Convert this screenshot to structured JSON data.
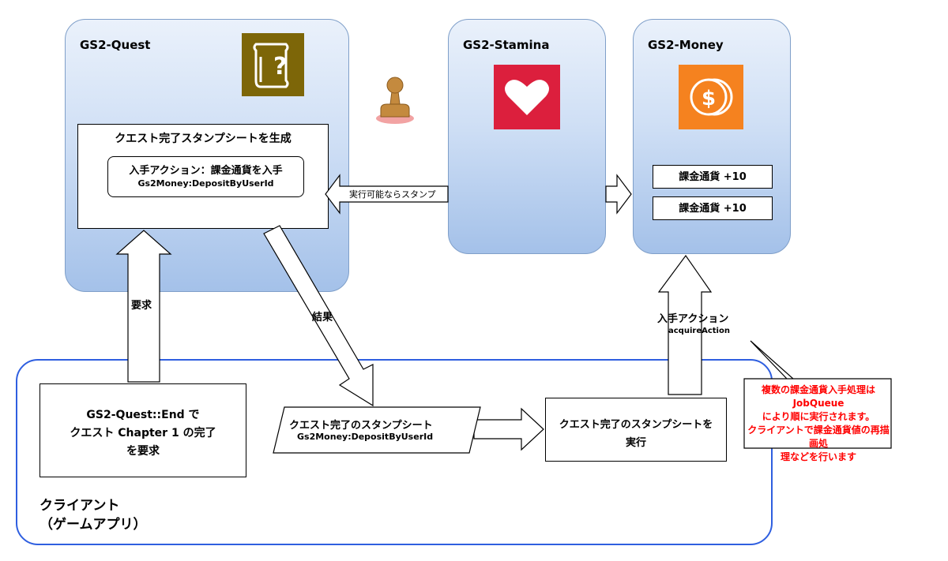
{
  "services": {
    "quest": {
      "title": "GS2-Quest",
      "icon": "quest-map-icon",
      "color": "#7d6608"
    },
    "stamina": {
      "title": "GS2-Stamina",
      "icon": "heart-icon",
      "color": "#dc1f3d"
    },
    "money": {
      "title": "GS2-Money",
      "icon": "coin-icon",
      "color": "#f5821f"
    }
  },
  "quest_box": {
    "title": "クエスト完了スタンプシートを生成",
    "inner_title": "入手アクション：課金通貨を入手",
    "inner_sub": "Gs2Money:DepositByUserId"
  },
  "stamp_arrow_label": "実行可能ならスタンプ",
  "money_items": [
    "課金通貨 +10",
    "課金通貨 +10"
  ],
  "request_label": "要求",
  "result_label": "結果",
  "acquire_label": {
    "main": "入手アクション",
    "sub": "acquireAction"
  },
  "client": {
    "label_line1": "クライアント",
    "label_line2": "（ゲームアプリ）",
    "request_box": [
      "GS2-Quest::End で",
      "クエスト Chapter 1 の完了",
      "を要求"
    ],
    "stamp_sheet": {
      "title": "クエスト完了のスタンプシート",
      "sub": "Gs2Money:DepositByUserId"
    },
    "execute_box": [
      "クエスト完了のスタンプシートを",
      "実行"
    ]
  },
  "callout": {
    "lines": [
      "複数の課金通貨入手処理はJobQueue",
      "により順に実行されます。",
      "クライアントで課金通貨値の再描画処",
      "理などを行います"
    ],
    "color": "#ff0000"
  }
}
